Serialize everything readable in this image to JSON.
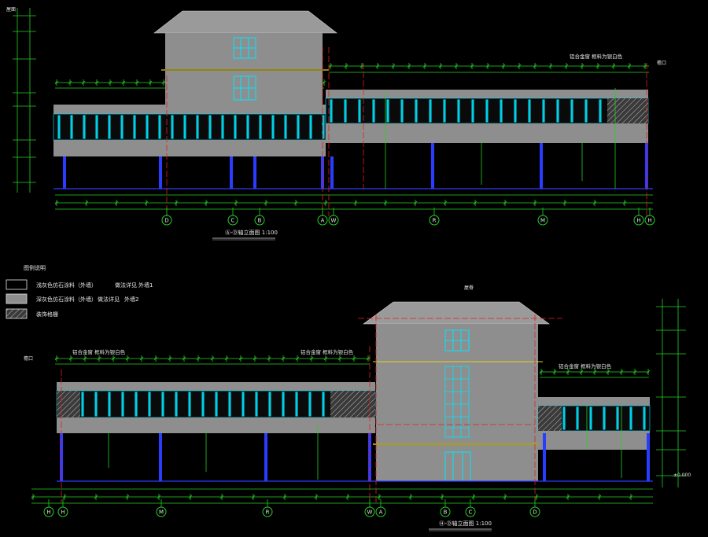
{
  "colors": {
    "background": "#000000",
    "wall_gray": "#8e8e8e",
    "roof_gray": "#9a9a9a",
    "window_cyan": "#00e5ff",
    "dimension_green": "#25d025",
    "axis_red": "#e02020",
    "column_blue": "#2a3cff",
    "text_white": "#e6e6e6",
    "yellow": "#e6d21e"
  },
  "icons": {
    "grid_bubble": "circle-grid-axis-icon",
    "legend_swatch": "square-swatch-icon",
    "hatch": "diagonal-hatch-icon"
  },
  "elevation_top": {
    "title": "Ⓐ-Ⓓ轴立面图  1:100",
    "axis_labels": [
      "D",
      "C",
      "B",
      "A",
      "W",
      "R",
      "M",
      "H"
    ]
  },
  "elevation_bottom": {
    "title": "Ⓗ-Ⓓ轴立面图  1:100",
    "axis_labels": [
      "H",
      "M",
      "R",
      "W",
      "A",
      "B",
      "C",
      "D"
    ]
  },
  "legend": {
    "heading": "图例说明",
    "items": [
      {
        "swatch": "white",
        "text": "浅灰色仿石涂料（外墙）",
        "code": "做法详见",
        "note": "外墙1"
      },
      {
        "swatch": "gray",
        "text": "深灰色仿石涂料（外墙）",
        "code": "做法详见",
        "note": "外墙2"
      },
      {
        "swatch": "hatch",
        "text": "装饰格栅"
      }
    ]
  },
  "annotations": {
    "top_right_note": "铝合金窗 框料为银白色",
    "bottom_left_note": "铝合金窗 框料为银白色",
    "bottom_mid_note": "铝合金窗 框料为银白色",
    "bottom_right_note": "铝合金窗 框料为银白色",
    "top_tag": "屋面",
    "left_tag": "檐口",
    "elev_ground": "±0.000",
    "elev_roof_top": "屋脊"
  }
}
